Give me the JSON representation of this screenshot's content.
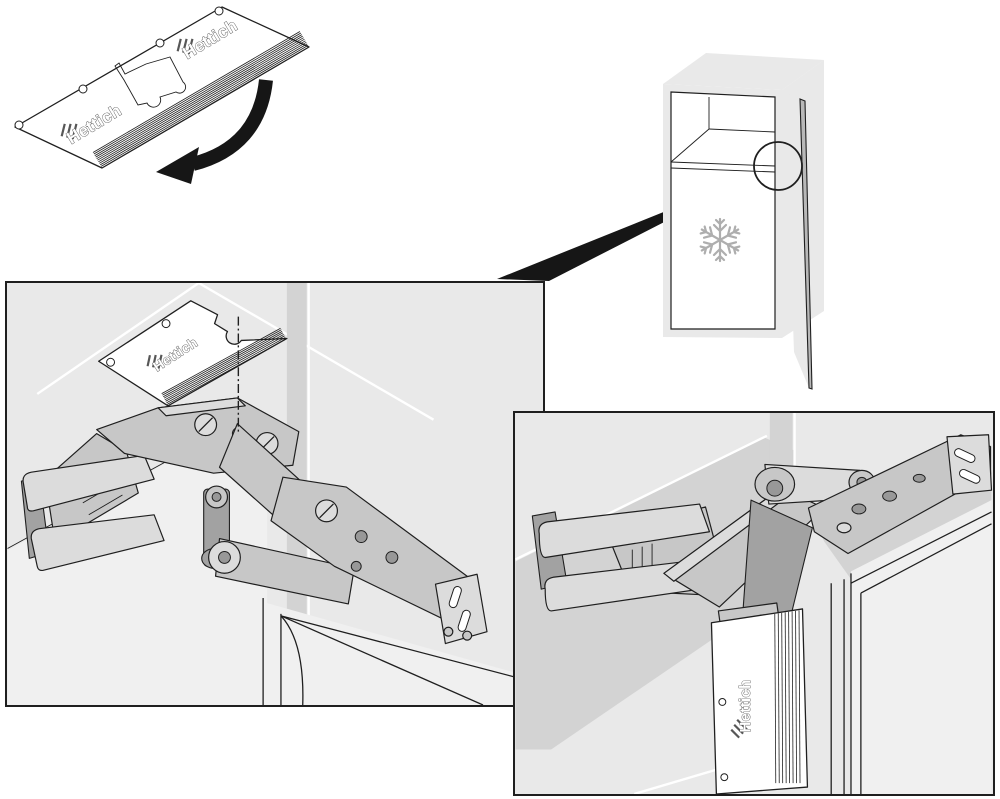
{
  "brand": {
    "label": "Hettich"
  },
  "colors": {
    "line": "#1f1f1f",
    "wall": "#e9e9e9",
    "wall_mid": "#d3d3d3",
    "metal": "#c7c7c7",
    "metal_light": "#dcdcdc",
    "metal_dark": "#a2a2a2",
    "paper": "#ffffff",
    "arrow": "#161616"
  },
  "figures": {
    "cover_plate": {
      "name": "cover-plate-template",
      "logos": [
        "Hettich",
        "Hettich"
      ],
      "arrow": "flip-rotate-arrow"
    },
    "cabinet": {
      "name": "freezer-cabinet-with-open-door",
      "symbol": "snowflake",
      "callout": "detail-circle"
    },
    "detail_left": {
      "name": "hinge-with-cover-plate-being-aligned",
      "plate_logo": "Hettich",
      "guide": "dash-dot-alignment-line"
    },
    "detail_right": {
      "name": "hinge-with-cover-plate-mounted",
      "plate_logo": "Hettich"
    }
  }
}
